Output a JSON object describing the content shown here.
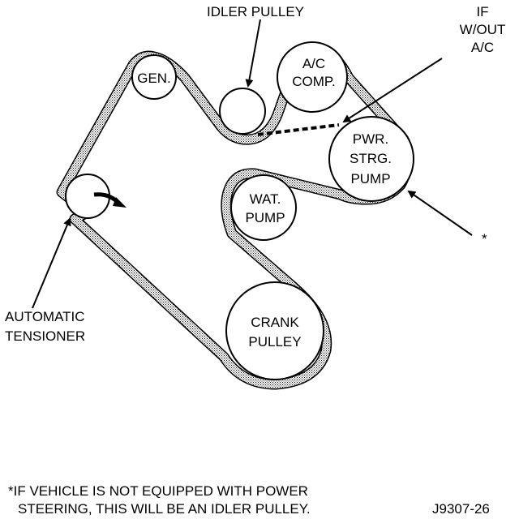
{
  "callouts": {
    "idler_pulley": "IDLER PULLEY",
    "if_without_ac": [
      "IF",
      "W/OUT",
      "A/C"
    ],
    "automatic_tensioner": [
      "AUTOMATIC",
      "TENSIONER"
    ],
    "asterisk": "*"
  },
  "pulleys": {
    "generator": [
      "GEN."
    ],
    "ac_compressor": [
      "A/C",
      "COMP."
    ],
    "power_steering_pump": [
      "PWR.",
      "STRG.",
      "PUMP"
    ],
    "water_pump": [
      "WAT.",
      "PUMP"
    ],
    "crank_pulley": [
      "CRANK",
      "PULLEY"
    ]
  },
  "footnote": [
    "*IF VEHICLE IS NOT EQUIPPED WITH POWER",
    "STEERING, THIS WILL BE AN IDLER PULLEY."
  ],
  "figure_code": "J9307-26"
}
